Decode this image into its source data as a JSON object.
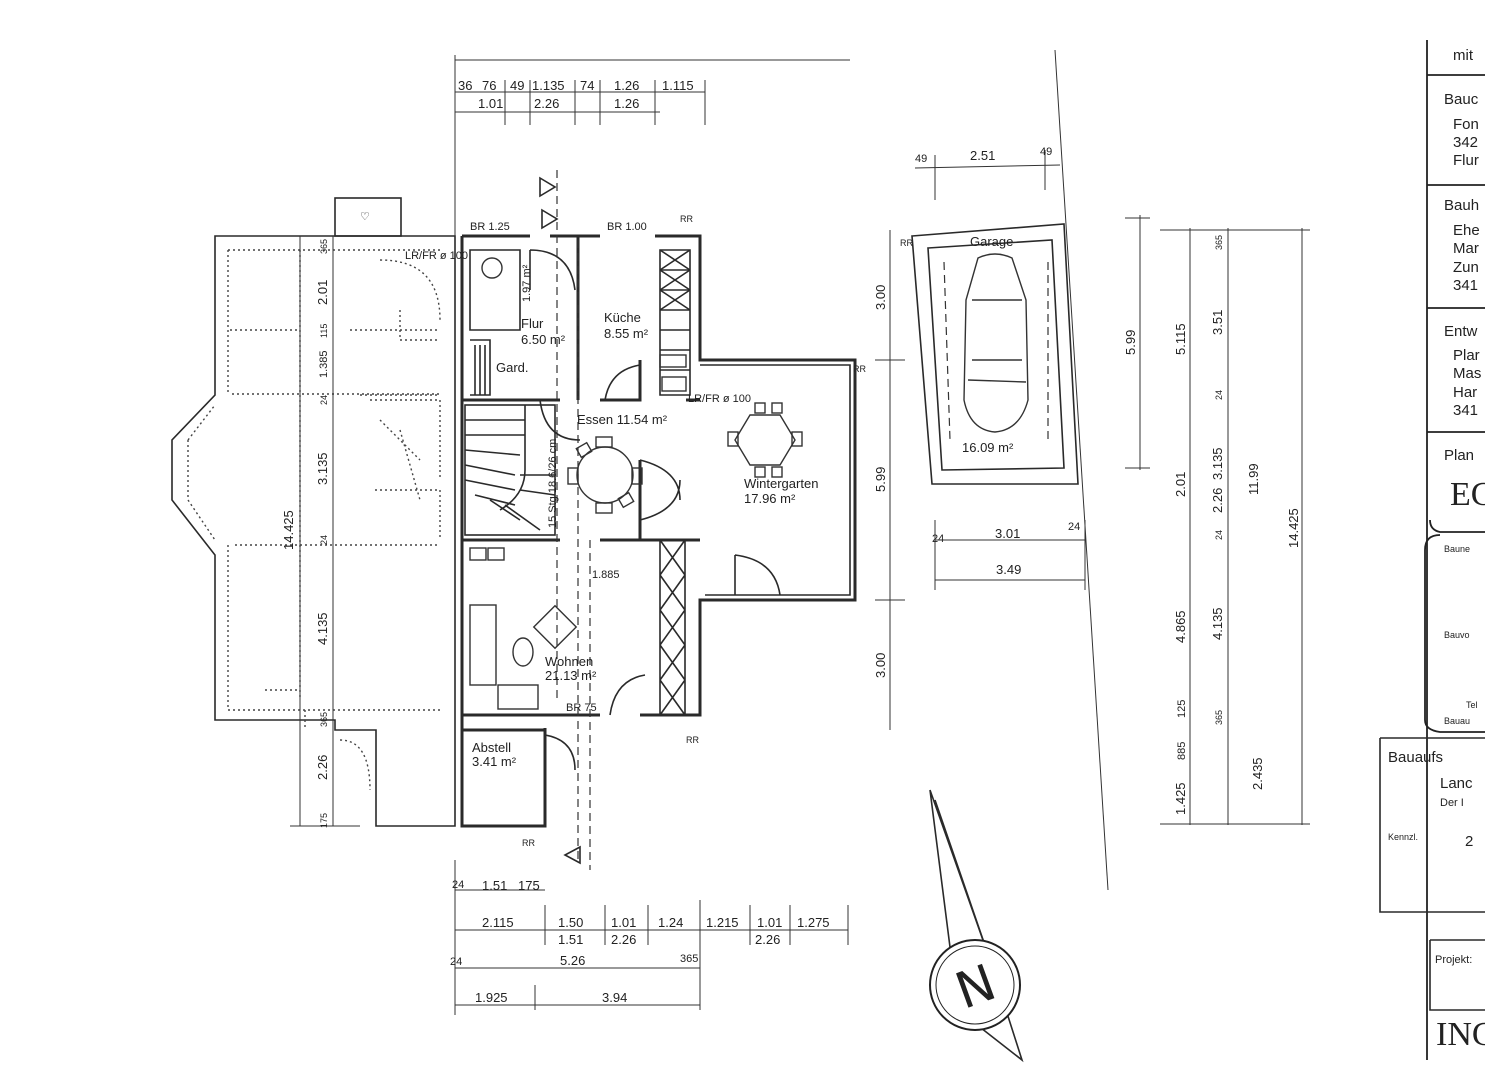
{
  "rooms": {
    "flur": {
      "name": "Flur",
      "area": "6.50 m²"
    },
    "kueche": {
      "name": "Küche",
      "area": "8.55 m²"
    },
    "gard": {
      "name": "Gard."
    },
    "essen": {
      "name": "Essen 11.54 m²"
    },
    "wintergarten": {
      "name": "Wintergarten",
      "area": "17.96 m²"
    },
    "wohnen": {
      "name": "Wohnen",
      "area": "21.13 m²"
    },
    "abstell": {
      "name": "Abstell",
      "area": "3.41 m²"
    },
    "garage": {
      "name": "Garage",
      "area": "16.09 m²"
    },
    "stair": {
      "text": "15 Stg 18.6/26 cm"
    }
  },
  "annotations": {
    "br125": "BR 1.25",
    "br100": "BR 1.00",
    "br75": "BR 75",
    "lrfr1": "LR/FR ø 100",
    "lrfr2": "LR/FR ø 100",
    "rr1": "RR",
    "rr2": "RR",
    "rr3": "RR",
    "rr4": "RR",
    "rr5": "RR",
    "dim_197": "1.97 m²",
    "dim_1885": "1.885"
  },
  "dims_top": {
    "row1": [
      "36",
      "76",
      "49",
      "1.135",
      "74",
      "1.26",
      "1.115"
    ],
    "row2": [
      "1.01",
      "2.26",
      "1.26"
    ]
  },
  "dims_garage": {
    "top": [
      "49",
      "2.51",
      "49"
    ],
    "bottom1": [
      "24",
      "3.01",
      "24"
    ],
    "bottom2": "3.49",
    "left": [
      "3.00",
      "5.99",
      "3.00"
    ]
  },
  "dims_right": {
    "c1": "5.99",
    "c2": [
      "5.115",
      "2.01",
      "4.865",
      "125",
      "885",
      "1.425"
    ],
    "c3": [
      "365",
      "3.51",
      "24",
      "2.26",
      "3.135",
      "24",
      "4.135",
      "365",
      "2.435"
    ],
    "c4": [
      "11.99",
      "14.425"
    ]
  },
  "dims_left": {
    "c1": [
      "365",
      "2.01",
      "115",
      "1.385",
      "24",
      "3.135",
      "24",
      "4.135",
      "365",
      "2.26",
      "175"
    ],
    "c2": "14.425"
  },
  "dims_bottom": {
    "row0": [
      "24",
      "1.51",
      "175"
    ],
    "row1": [
      "2.115",
      "1.50",
      "1.01",
      "1.24",
      "1.215",
      "1.01",
      "1.275"
    ],
    "row1b": [
      "1.51",
      "2.26",
      "2.26"
    ],
    "row2": [
      "24",
      "5.26",
      "365"
    ],
    "row3": [
      "1.925",
      "3.94"
    ]
  },
  "north": {
    "letter": "N"
  },
  "title_block": {
    "mit": "mit",
    "bau1": "Bauc",
    "bau1_lines": [
      "Fon",
      "342",
      "Flur"
    ],
    "bau2": "Bauh",
    "bau2_lines": [
      "Ehe",
      "Mar",
      "Zun",
      "341"
    ],
    "entw": "Entw",
    "entw_lines": [
      "Plar",
      "Mas",
      "Har",
      "341"
    ],
    "plan": "Plan",
    "plan_big": "EC",
    "baune": "Baune",
    "bauvo": "Bauvo",
    "tel": "Tel",
    "bauau": "Bauau",
    "bauaufs": "Bauaufs",
    "lanc": "Lanc",
    "der": "Der I",
    "kenn": "Kennzl.",
    "two": "2",
    "projekt": "Projekt:",
    "inc": "INC"
  }
}
